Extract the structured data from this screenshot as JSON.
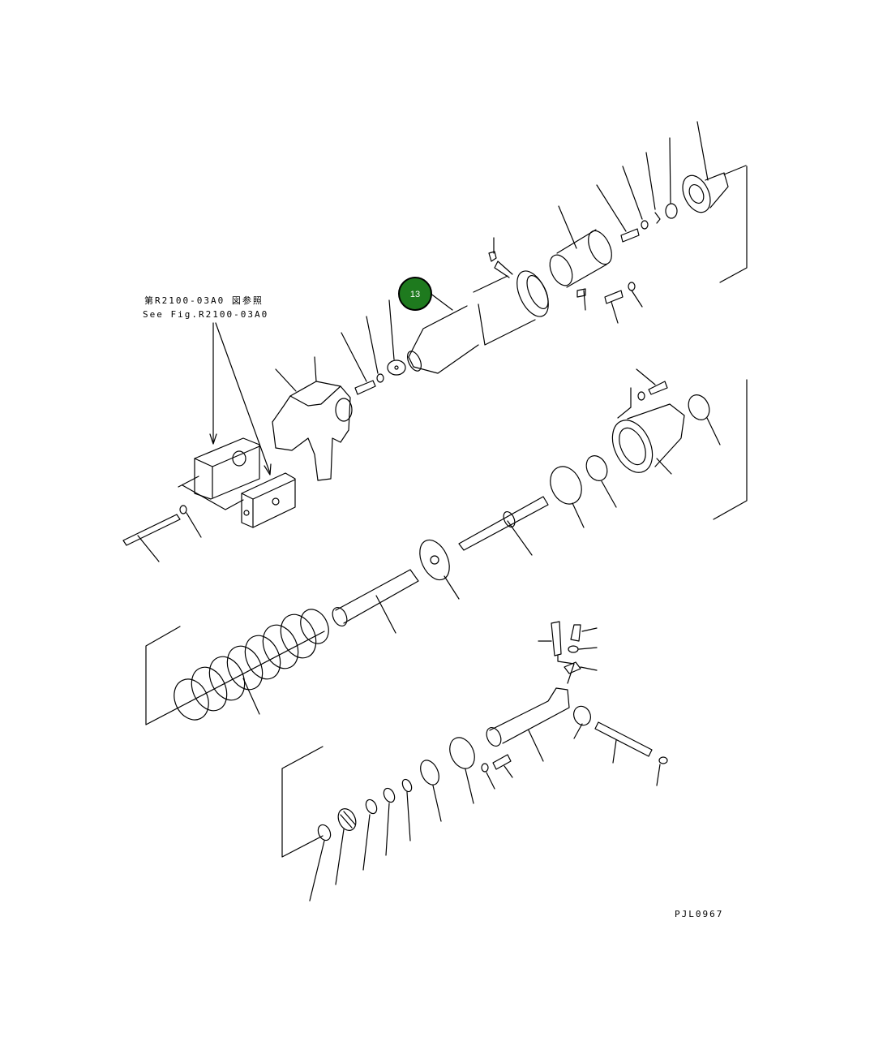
{
  "reference": {
    "line_jp": "第R2100-03A0 図参照",
    "line_en": "See Fig.R2100-03A0"
  },
  "callout": {
    "number": "13",
    "color": "#1e7a1e",
    "border_color": "#000000"
  },
  "drawing_code": "PJL0967"
}
